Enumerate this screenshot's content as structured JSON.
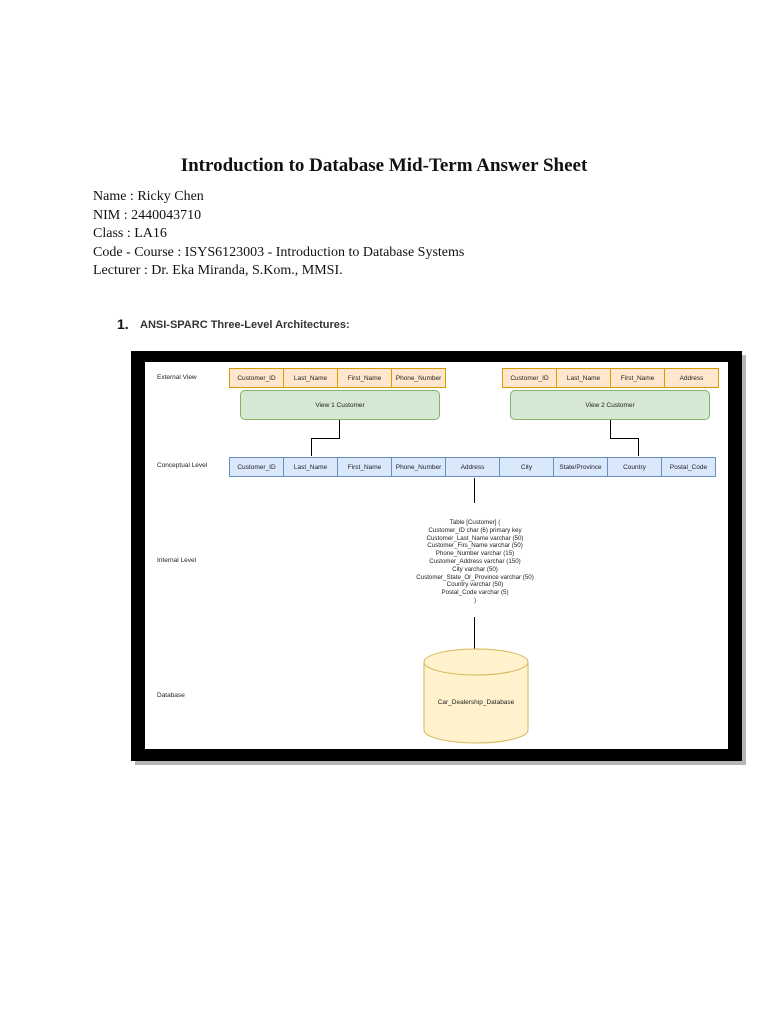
{
  "document": {
    "title": "Introduction to Database Mid-Term Answer Sheet",
    "info": {
      "name": "Name : Ricky Chen",
      "nim": "NIM : 2440043710",
      "class": "Class : LA16",
      "course": "Code - Course : ISYS6123003 - Introduction to Database Systems",
      "lecturer": "Lecturer : Dr. Eka Miranda, S.Kom., MMSI."
    },
    "question": {
      "number": "1.",
      "title": "ANSI-SPARC Three-Level Architectures:"
    }
  },
  "diagram": {
    "levels": {
      "external": "External View",
      "conceptual": "Conceptual Level",
      "internal": "Internal Level",
      "database": "Database"
    },
    "external_left": [
      "Customer_ID",
      "Last_Name",
      "First_Name",
      "Phone_Number"
    ],
    "external_right": [
      "Customer_ID",
      "Last_Name",
      "First_Name",
      "Address"
    ],
    "view1": "View 1 Customer",
    "view2": "View 2 Customer",
    "conceptual": [
      "Customer_ID",
      "Last_Name",
      "First_Name",
      "Phone_Number",
      "Address",
      "City",
      "State/Province",
      "Country",
      "Postal_Code"
    ],
    "table_definition": [
      "Table [Customer] (",
      "Customer_ID char (6) primary key",
      "Customer_Last_Name varchar (50)",
      "Customer_Firs_Name varchar (50)",
      "Phone_Number varchar (15)",
      "Customer_Address varchar (150)",
      "City varchar (50)",
      "Customer_State_Or_Province varchar (50)",
      "Country varchar (50)",
      "Postal_Code varchar (5)",
      ")"
    ],
    "database_name": "Car_Dealership_Database",
    "colors": {
      "external_fill": "#ffe6cc",
      "external_stroke": "#d79b00",
      "conceptual_fill": "#dae8fc",
      "conceptual_stroke": "#6c8ebf",
      "view_fill": "#d5e8d4",
      "view_stroke": "#82b366",
      "db_fill": "#fff2cc",
      "db_stroke": "#d6b656"
    }
  }
}
